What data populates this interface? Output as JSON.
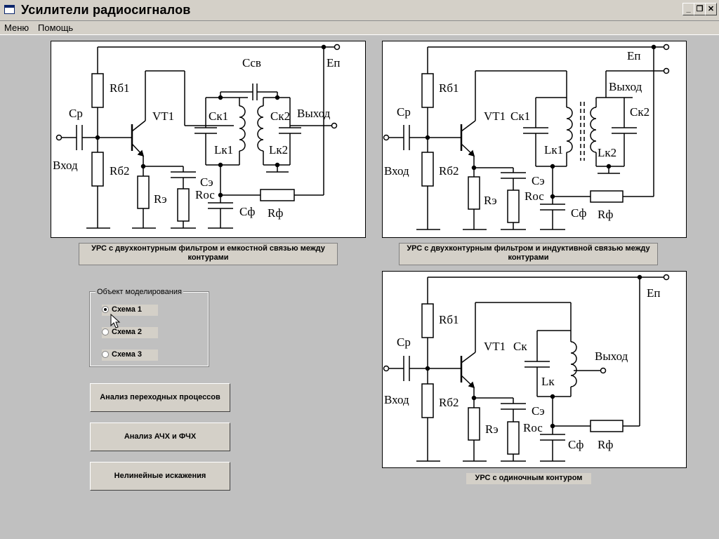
{
  "window": {
    "title": "Усилители радиосигналов",
    "controls": [
      "_",
      "❐",
      "✕"
    ]
  },
  "menu": {
    "items": [
      "Меню",
      "Помощь"
    ]
  },
  "schemes": [
    {
      "caption": "УРС с двухконтурным фильтром и емкостной связью между контурами",
      "labels": {
        "rb1": "Rб1",
        "rb2": "Rб2",
        "cp": "Cр",
        "vt": "VT1",
        "vhod": "Вход",
        "re": "Rэ",
        "ce": "Cэ",
        "roc": "Rос",
        "cf": "Cф",
        "rf": "Rф",
        "ck1": "Cк1",
        "lk1": "Lк1",
        "ck2": "Cк2",
        "lk2": "Lк2",
        "csv": "Cсв",
        "ep": "Eп",
        "vyhod": "Выход"
      }
    },
    {
      "caption": "УРС с двухконтурным фильтром и индуктивной связью между контурами",
      "labels": {
        "rb1": "Rб1",
        "rb2": "Rб2",
        "cp": "Cр",
        "vt": "VT1",
        "vhod": "Вход",
        "re": "Rэ",
        "ce": "Cэ",
        "roc": "Rос",
        "cf": "Cф",
        "rf": "Rф",
        "ck1": "Cк1",
        "lk1": "Lк1",
        "ck2": "Cк2",
        "lk2": "Lк2",
        "ep": "Eп",
        "vyhod": "Выход"
      }
    },
    {
      "caption": "УРС с одиночным контуром",
      "labels": {
        "rb1": "Rб1",
        "rb2": "Rб2",
        "cp": "Cр",
        "vt": "VT1",
        "vhod": "Вход",
        "re": "Rэ",
        "ce": "Cэ",
        "roc": "Rос",
        "cf": "Cф",
        "rf": "Rф",
        "ck": "Cк",
        "lk": "Lк",
        "ep": "Eп",
        "vyhod": "Выход"
      }
    }
  ],
  "model_object": {
    "legend": "Объект моделирования",
    "options": [
      "Схема 1",
      "Схема 2",
      "Схема 3"
    ],
    "selected_index": 0
  },
  "buttons": [
    "Анализ переходных процессов",
    "Анализ АЧХ и ФЧХ",
    "Нелинейные искажения"
  ]
}
